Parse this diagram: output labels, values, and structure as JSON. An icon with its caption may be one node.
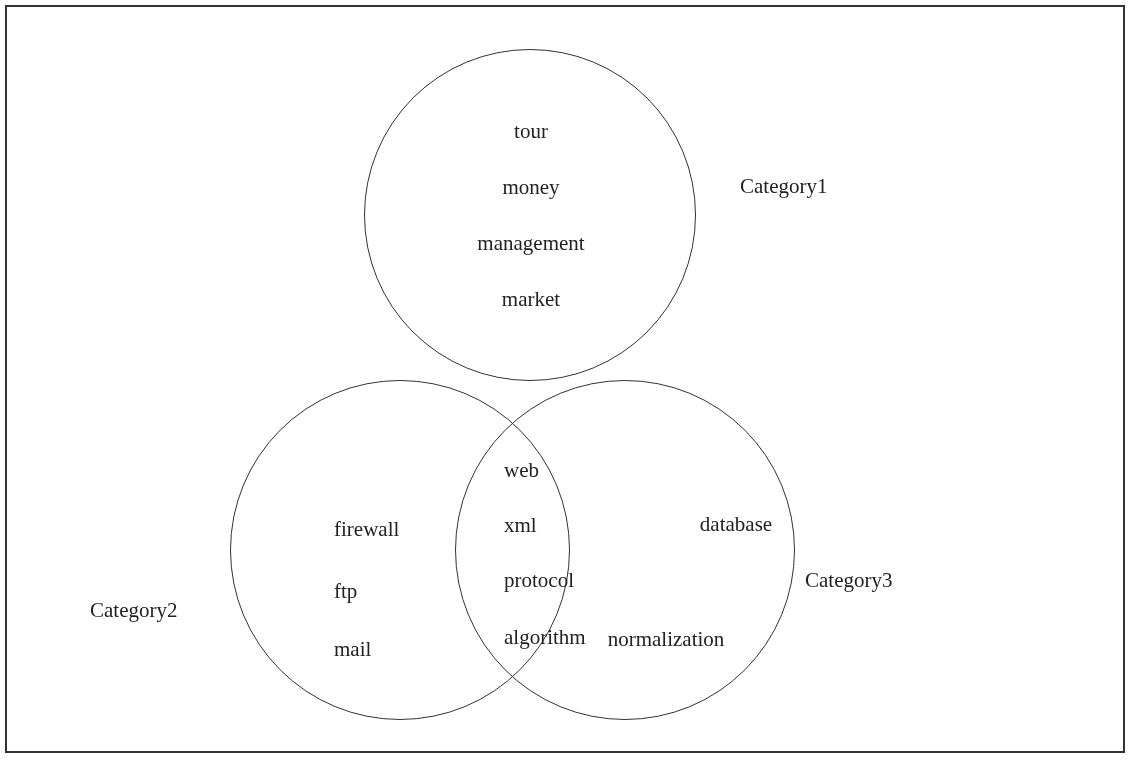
{
  "diagram": {
    "nodes": [
      {
        "text": [
          "tour",
          "money",
          "management",
          "market"
        ],
        "beside": [
          "Category1"
        ]
      },
      {
        "text": [
          "firewall",
          "ftp",
          "mail"
        ],
        "beside": [
          "Category2"
        ]
      },
      {
        "text": [
          "database",
          "normalization"
        ],
        "beside": [
          "Category3"
        ]
      }
    ],
    "edges": [],
    "labels": [
      "web",
      "xml",
      "protocol",
      "algorithm"
    ]
  }
}
